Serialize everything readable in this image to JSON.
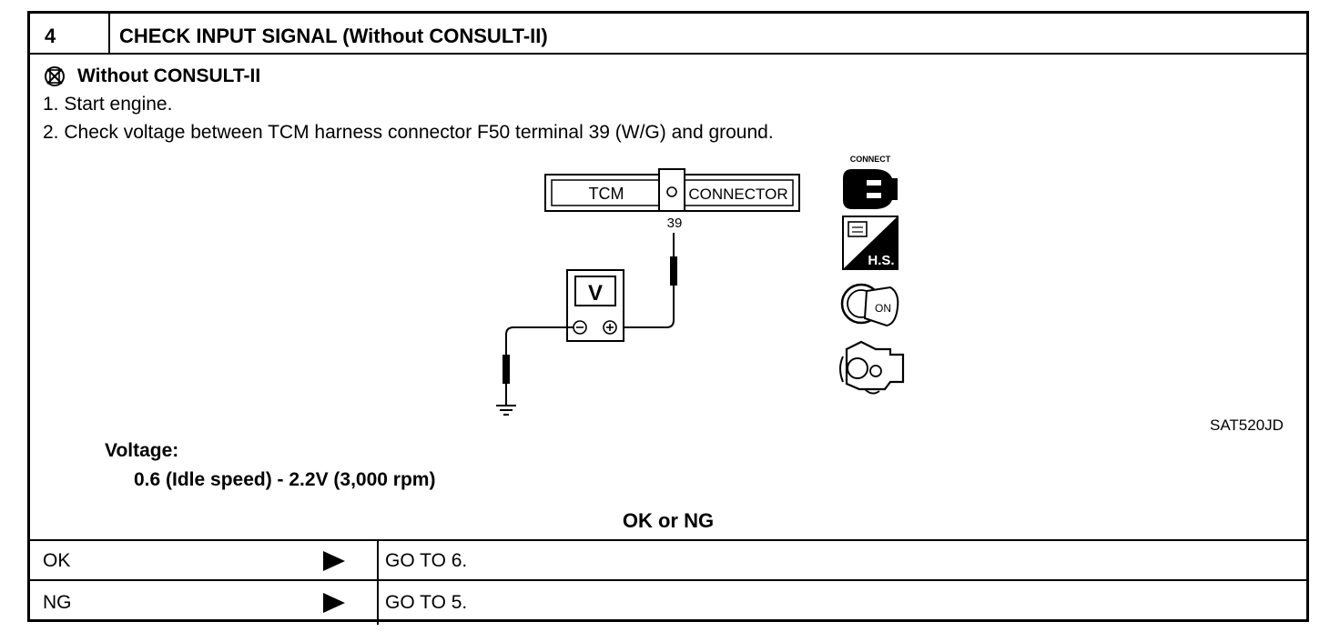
{
  "header": {
    "step_number": "4",
    "title": "CHECK INPUT SIGNAL (Without CONSULT-II)"
  },
  "procedure": {
    "mode_label": "Without CONSULT-II",
    "mode_icon": "no-consult-icon",
    "steps": [
      "1.  Start engine.",
      "2.  Check voltage between TCM harness connector F50 terminal 39 (W/G) and ground."
    ]
  },
  "diagram": {
    "connector_left_label": "TCM",
    "connector_right_label": "CONNECTOR",
    "terminal_label": "39",
    "meter_label": "V",
    "icons": {
      "connect_label": "CONNECT",
      "hs_label": "H.S.",
      "key_label": "ON"
    },
    "figure_code": "SAT520JD"
  },
  "spec": {
    "label": "Voltage:",
    "value": "0.6 (Idle speed) - 2.2V (3,000 rpm)"
  },
  "result": {
    "question": "OK or NG",
    "rows": [
      {
        "condition": "OK",
        "action": "GO TO 6."
      },
      {
        "condition": "NG",
        "action": "GO TO 5."
      }
    ]
  }
}
